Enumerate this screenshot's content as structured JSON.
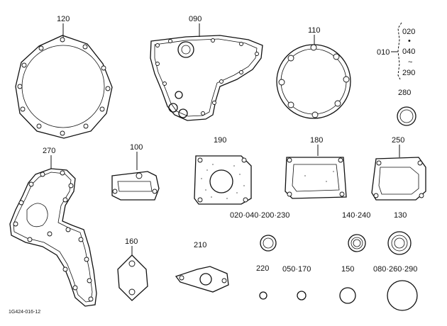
{
  "diagram": {
    "code": "1G424-016-12",
    "labels": {
      "p120": "120",
      "p090": "090",
      "p110": "110",
      "p010": "010",
      "p020": "020",
      "p040": "040",
      "sep_dot": "•",
      "sep_tilde": "~",
      "p290": "290",
      "p280": "280",
      "p270": "270",
      "p100": "100",
      "p190": "190",
      "p180": "180",
      "p250": "250",
      "p020_040_200_230": "020·040·200·230",
      "p140_240": "140·240",
      "p130": "130",
      "p160": "160",
      "p210": "210",
      "p220": "220",
      "p050_170": "050·170",
      "p150": "150",
      "p080_260_290": "080·260·290"
    }
  }
}
